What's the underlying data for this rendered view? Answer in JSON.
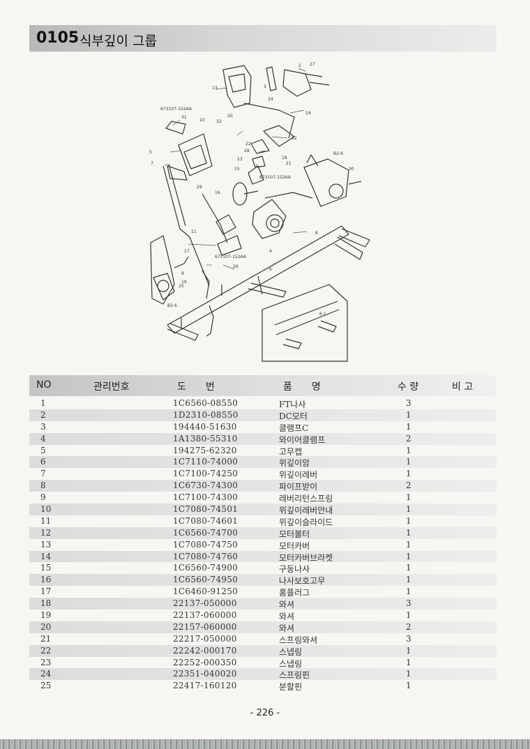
{
  "header": {
    "code": "0105",
    "title": "식부깊이 그룹"
  },
  "diagram": {
    "callouts": [
      "1",
      "2",
      "3",
      "4",
      "5",
      "6",
      "7",
      "8",
      "9",
      "10",
      "11",
      "12",
      "13",
      "14",
      "15",
      "16",
      "17",
      "18",
      "19",
      "20",
      "21",
      "22",
      "23",
      "24",
      "25",
      "26",
      "27",
      "28",
      "29",
      "30",
      "31",
      "32"
    ],
    "detail_label": "6-1",
    "ref_labels": [
      "673107-152AA",
      "673107-152AA",
      "673107-152AA"
    ],
    "circle_refs": [
      "B2-6",
      "B2-6"
    ]
  },
  "table": {
    "headers": {
      "no": "NO",
      "mgmt": "관리번호",
      "drawing": "도　　번",
      "part": "품　　명",
      "qty": "수 량",
      "note": "비 고"
    },
    "rows": [
      {
        "no": "1",
        "code": "1C6560-08550",
        "name": "FT나사",
        "qty": "3"
      },
      {
        "no": "2",
        "code": "1D2310-08550",
        "name": "DC모터",
        "qty": "1"
      },
      {
        "no": "3",
        "code": "194440-51630",
        "name": "클램프C",
        "qty": "1"
      },
      {
        "no": "4",
        "code": "1A1380-55310",
        "name": "와이어클램프",
        "qty": "2"
      },
      {
        "no": "5",
        "code": "194275-62320",
        "name": "고무캡",
        "qty": "1"
      },
      {
        "no": "6",
        "code": "1C7110-74000",
        "name": "위깊이암",
        "qty": "1"
      },
      {
        "no": "7",
        "code": "1C7100-74250",
        "name": "위깊이레버",
        "qty": "1"
      },
      {
        "no": "8",
        "code": "1C6730-74300",
        "name": "파이프받이",
        "qty": "2"
      },
      {
        "no": "9",
        "code": "1C7100-74300",
        "name": "레버리턴스프링",
        "qty": "1"
      },
      {
        "no": "10",
        "code": "1C7080-74501",
        "name": "위깊이레버안내",
        "qty": "1"
      },
      {
        "no": "11",
        "code": "1C7080-74601",
        "name": "위깊이슬라이드",
        "qty": "1"
      },
      {
        "no": "12",
        "code": "1C6560-74700",
        "name": "모터볼터",
        "qty": "1"
      },
      {
        "no": "13",
        "code": "1C7080-74750",
        "name": "모터카버",
        "qty": "1"
      },
      {
        "no": "14",
        "code": "1C7080-74760",
        "name": "모터카버브라켓",
        "qty": "1"
      },
      {
        "no": "15",
        "code": "1C6560-74900",
        "name": "구동나사",
        "qty": "1"
      },
      {
        "no": "16",
        "code": "1C6560-74950",
        "name": "나사보호고무",
        "qty": "1"
      },
      {
        "no": "17",
        "code": "1C6460-91250",
        "name": "홈플러그",
        "qty": "1"
      },
      {
        "no": "18",
        "code": "22137-050000",
        "name": "와셔",
        "qty": "3"
      },
      {
        "no": "19",
        "code": "22137-060000",
        "name": "와셔",
        "qty": "1"
      },
      {
        "no": "20",
        "code": "22157-060000",
        "name": "와셔",
        "qty": "2"
      },
      {
        "no": "21",
        "code": "22217-050000",
        "name": "스프링와셔",
        "qty": "3"
      },
      {
        "no": "22",
        "code": "22242-000170",
        "name": "스냅링",
        "qty": "1"
      },
      {
        "no": "23",
        "code": "22252-000350",
        "name": "스냅링",
        "qty": "1"
      },
      {
        "no": "24",
        "code": "22351-040020",
        "name": "스프링핀",
        "qty": "1"
      },
      {
        "no": "25",
        "code": "22417-160120",
        "name": "분할핀",
        "qty": "1"
      }
    ]
  },
  "footer": {
    "page": "- 226 -"
  }
}
